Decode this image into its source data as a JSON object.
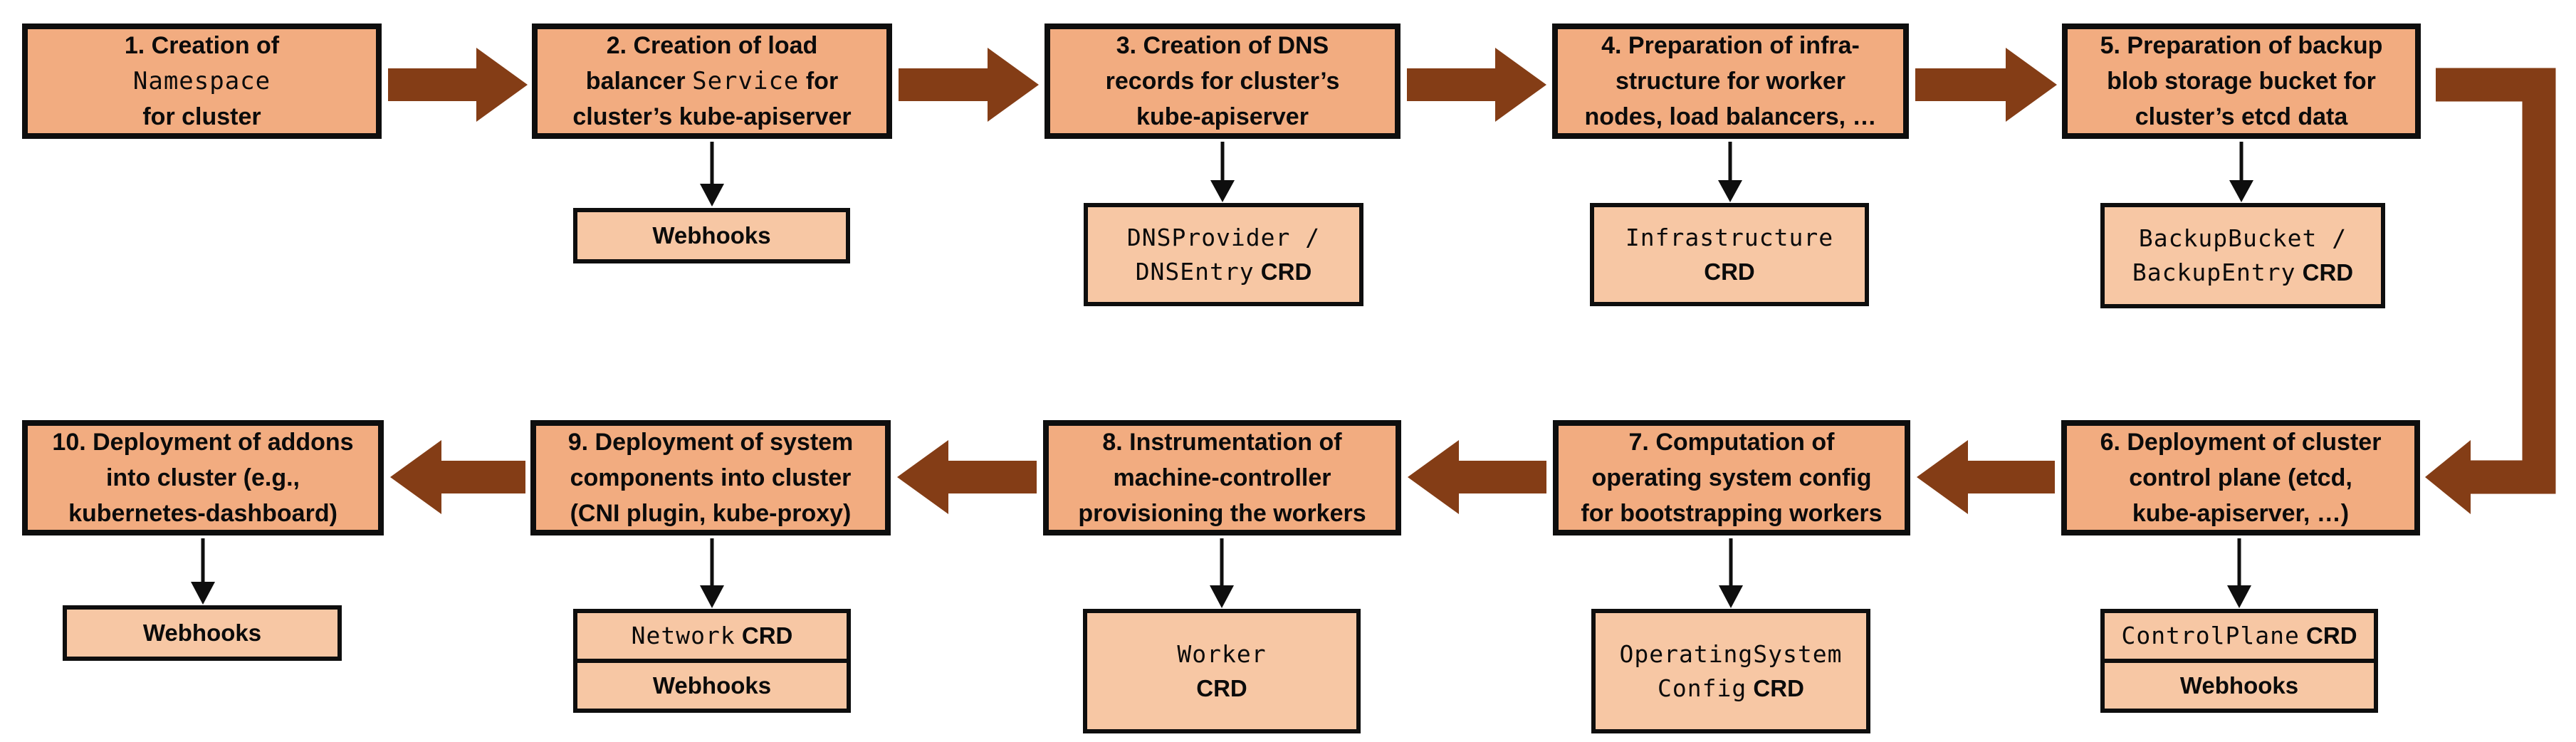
{
  "diagram": {
    "type": "flowchart",
    "colors": {
      "background": "#FFFFFF",
      "main_box_fill": "#F2AC80",
      "sub_box_fill": "#F7C7A4",
      "border_ink": "#0E0E0E",
      "arrow_brown": "#843D16"
    },
    "steps": [
      {
        "num": 1,
        "lines": [
          [
            {
              "t": "1. Creation of",
              "f": "sans"
            }
          ],
          [
            {
              "t": "Namespace",
              "f": "mono"
            }
          ],
          [
            {
              "t": "for cluster",
              "f": "sans"
            }
          ]
        ],
        "sub": null
      },
      {
        "num": 2,
        "lines": [
          [
            {
              "t": "2. Creation of load",
              "f": "sans"
            }
          ],
          [
            {
              "t": "balancer ",
              "f": "sans"
            },
            {
              "t": "Service",
              "f": "mono"
            },
            {
              "t": " for",
              "f": "sans"
            }
          ],
          [
            {
              "t": "cluster’s kube-apiserver",
              "f": "sans"
            }
          ]
        ],
        "sub": {
          "boxes": [
            {
              "lines": [
                [
                  {
                    "t": "Webhooks",
                    "f": "sans"
                  }
                ]
              ]
            }
          ]
        }
      },
      {
        "num": 3,
        "lines": [
          [
            {
              "t": "3. Creation of DNS",
              "f": "sans"
            }
          ],
          [
            {
              "t": "records for cluster’s",
              "f": "sans"
            }
          ],
          [
            {
              "t": "kube-apiserver",
              "f": "sans"
            }
          ]
        ],
        "sub": {
          "boxes": [
            {
              "lines": [
                [
                  {
                    "t": "DNSProvider /",
                    "f": "mono"
                  }
                ],
                [
                  {
                    "t": "DNSEntry",
                    "f": "mono"
                  },
                  {
                    "t": " CRD",
                    "f": "sans"
                  }
                ]
              ]
            }
          ]
        }
      },
      {
        "num": 4,
        "lines": [
          [
            {
              "t": "4. Preparation of infra-",
              "f": "sans"
            }
          ],
          [
            {
              "t": "structure for worker",
              "f": "sans"
            }
          ],
          [
            {
              "t": "nodes, load balancers, …",
              "f": "sans"
            }
          ]
        ],
        "sub": {
          "boxes": [
            {
              "lines": [
                [
                  {
                    "t": "Infrastructure",
                    "f": "mono"
                  }
                ],
                [
                  {
                    "t": "CRD",
                    "f": "sans"
                  }
                ]
              ]
            }
          ]
        }
      },
      {
        "num": 5,
        "lines": [
          [
            {
              "t": "5. Preparation of backup",
              "f": "sans"
            }
          ],
          [
            {
              "t": "blob storage bucket for",
              "f": "sans"
            }
          ],
          [
            {
              "t": "cluster’s etcd data",
              "f": "sans"
            }
          ]
        ],
        "sub": {
          "boxes": [
            {
              "lines": [
                [
                  {
                    "t": "BackupBucket /",
                    "f": "mono"
                  }
                ],
                [
                  {
                    "t": "BackupEntry",
                    "f": "mono"
                  },
                  {
                    "t": " CRD",
                    "f": "sans"
                  }
                ]
              ]
            }
          ]
        }
      },
      {
        "num": 6,
        "lines": [
          [
            {
              "t": "6. Deployment of cluster",
              "f": "sans"
            }
          ],
          [
            {
              "t": "control plane (etcd,",
              "f": "sans"
            }
          ],
          [
            {
              "t": "kube-apiserver, …)",
              "f": "sans"
            }
          ]
        ],
        "sub": {
          "boxes": [
            {
              "lines": [
                [
                  {
                    "t": "ControlPlane",
                    "f": "mono"
                  },
                  {
                    "t": " CRD",
                    "f": "sans"
                  }
                ]
              ]
            },
            {
              "lines": [
                [
                  {
                    "t": "Webhooks",
                    "f": "sans"
                  }
                ]
              ]
            }
          ]
        }
      },
      {
        "num": 7,
        "lines": [
          [
            {
              "t": "7. Computation of",
              "f": "sans"
            }
          ],
          [
            {
              "t": "operating system config",
              "f": "sans"
            }
          ],
          [
            {
              "t": "for bootstrapping workers",
              "f": "sans"
            }
          ]
        ],
        "sub": {
          "boxes": [
            {
              "lines": [
                [
                  {
                    "t": "OperatingSystem",
                    "f": "mono"
                  }
                ],
                [
                  {
                    "t": "Config",
                    "f": "mono"
                  },
                  {
                    "t": " CRD",
                    "f": "sans"
                  }
                ]
              ]
            }
          ]
        }
      },
      {
        "num": 8,
        "lines": [
          [
            {
              "t": "8. Instrumentation of",
              "f": "sans"
            }
          ],
          [
            {
              "t": "machine-controller",
              "f": "sans"
            }
          ],
          [
            {
              "t": "provisioning the workers",
              "f": "sans"
            }
          ]
        ],
        "sub": {
          "boxes": [
            {
              "lines": [
                [
                  {
                    "t": "Worker",
                    "f": "mono"
                  }
                ],
                [
                  {
                    "t": "CRD",
                    "f": "sans"
                  }
                ]
              ]
            }
          ]
        }
      },
      {
        "num": 9,
        "lines": [
          [
            {
              "t": "9. Deployment of system",
              "f": "sans"
            }
          ],
          [
            {
              "t": "components into cluster",
              "f": "sans"
            }
          ],
          [
            {
              "t": "(CNI plugin, kube-proxy)",
              "f": "sans"
            }
          ]
        ],
        "sub": {
          "boxes": [
            {
              "lines": [
                [
                  {
                    "t": "Network",
                    "f": "mono"
                  },
                  {
                    "t": " CRD",
                    "f": "sans"
                  }
                ]
              ]
            },
            {
              "lines": [
                [
                  {
                    "t": "Webhooks",
                    "f": "sans"
                  }
                ]
              ]
            }
          ]
        }
      },
      {
        "num": 10,
        "lines": [
          [
            {
              "t": "10. Deployment of addons",
              "f": "sans"
            }
          ],
          [
            {
              "t": "into cluster (e.g.,",
              "f": "sans"
            }
          ],
          [
            {
              "t": "kubernetes-dashboard)",
              "f": "sans"
            }
          ]
        ],
        "sub": {
          "boxes": [
            {
              "lines": [
                [
                  {
                    "t": "Webhooks",
                    "f": "sans"
                  }
                ]
              ]
            }
          ]
        }
      }
    ],
    "connections": [
      {
        "from": "step-1",
        "to": "step-2",
        "style": "brown-arrow-right"
      },
      {
        "from": "step-2",
        "to": "step-3",
        "style": "brown-arrow-right"
      },
      {
        "from": "step-3",
        "to": "step-4",
        "style": "brown-arrow-right"
      },
      {
        "from": "step-4",
        "to": "step-5",
        "style": "brown-arrow-right"
      },
      {
        "from": "step-5",
        "to": "step-6",
        "style": "brown-elbow-down-left"
      },
      {
        "from": "step-6",
        "to": "step-7",
        "style": "brown-arrow-left"
      },
      {
        "from": "step-7",
        "to": "step-8",
        "style": "brown-arrow-left"
      },
      {
        "from": "step-8",
        "to": "step-9",
        "style": "brown-arrow-left"
      },
      {
        "from": "step-9",
        "to": "step-10",
        "style": "brown-arrow-left"
      },
      {
        "from": "step-2",
        "to": "sub-2",
        "style": "black-stem-down"
      },
      {
        "from": "step-3",
        "to": "sub-3",
        "style": "black-stem-down"
      },
      {
        "from": "step-4",
        "to": "sub-4",
        "style": "black-stem-down"
      },
      {
        "from": "step-5",
        "to": "sub-5",
        "style": "black-stem-down"
      },
      {
        "from": "step-6",
        "to": "sub-6",
        "style": "black-stem-down"
      },
      {
        "from": "step-7",
        "to": "sub-7",
        "style": "black-stem-down"
      },
      {
        "from": "step-8",
        "to": "sub-8",
        "style": "black-stem-down"
      },
      {
        "from": "step-9",
        "to": "sub-9",
        "style": "black-stem-down"
      },
      {
        "from": "step-10",
        "to": "sub-10",
        "style": "black-stem-down"
      }
    ]
  }
}
